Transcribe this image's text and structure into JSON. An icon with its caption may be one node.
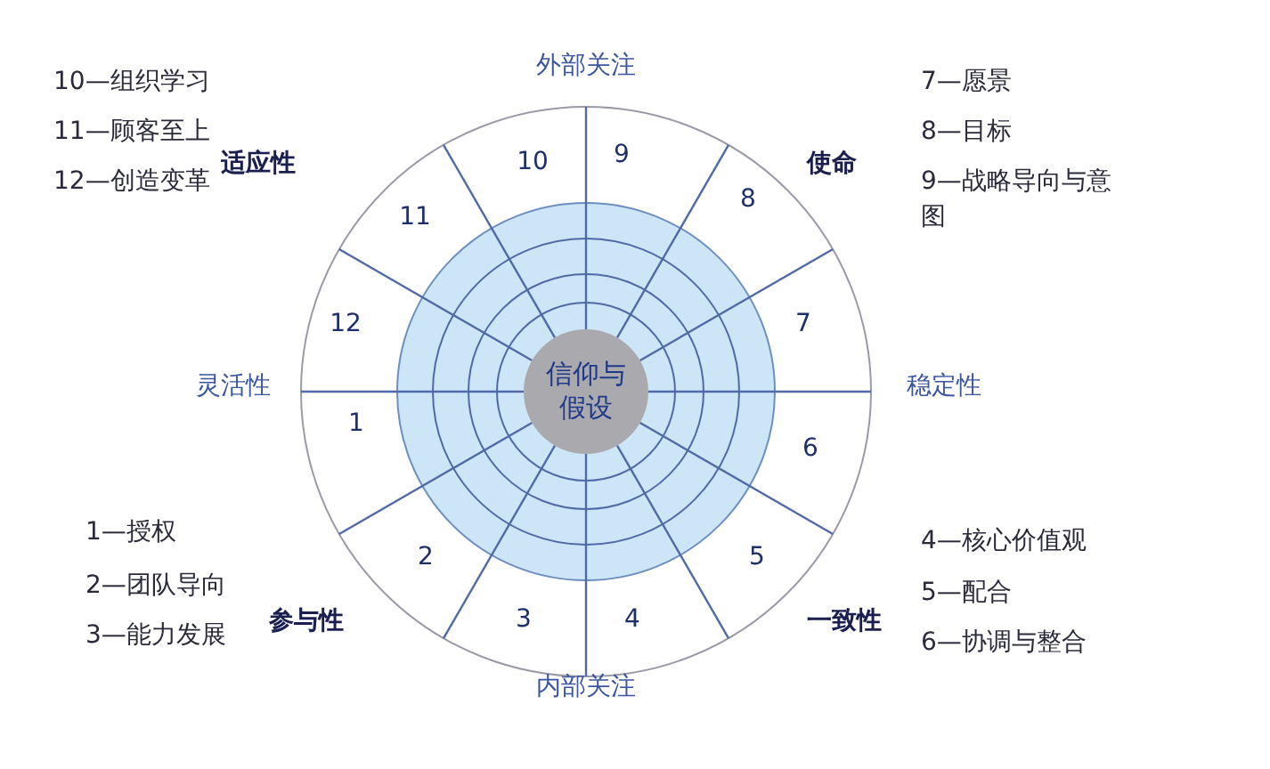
{
  "diagram": {
    "nodes": [
      {
        "text": [
          "信仰与假设"
        ]
      }
    ],
    "labels": [
      "10—组织学习",
      "外部关注",
      "7—愿景",
      "11—顾客至上",
      "8—目标",
      "适应性",
      "10",
      "9",
      "使命",
      "12—创造变革",
      "9—战略导向与意图",
      "8",
      "11",
      "12",
      "7",
      "灵活性",
      "稳定性",
      "1",
      "6",
      "1—授权",
      "4—核心价值观",
      "2—团队导向",
      "2",
      "5",
      "5—配合",
      "3—能力发展",
      "参与性",
      "3",
      "4",
      "一致性",
      "6—协调与整合",
      "内部关注"
    ]
  }
}
